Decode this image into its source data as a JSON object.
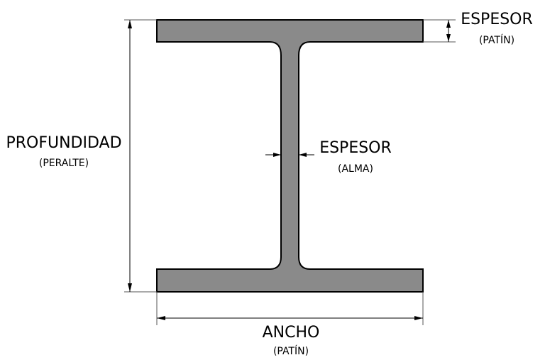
{
  "labels": {
    "flange_thickness": {
      "main": "ESPESOR",
      "sub": "(PATÍN)"
    },
    "depth": {
      "main": "PROFUNDIDAD",
      "sub": "(PERALTE)"
    },
    "web_thickness": {
      "main": "ESPESOR",
      "sub": "(ALMA)"
    },
    "width": {
      "main": "ANCHO",
      "sub": "(PATÍN)"
    }
  },
  "colors": {
    "section_fill": "#8a8a8a",
    "outline": "#000000",
    "background": "#ffffff"
  }
}
